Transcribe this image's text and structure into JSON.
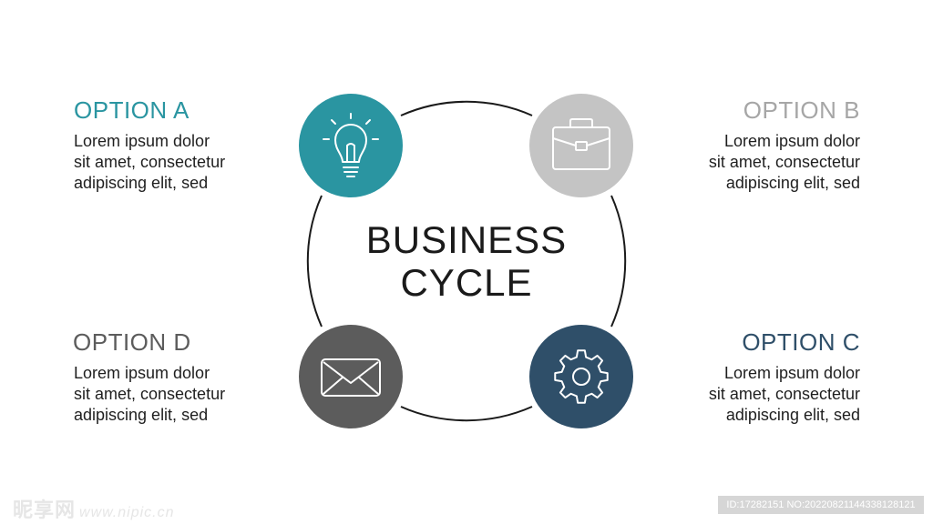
{
  "center": {
    "line1": "BUSINESS",
    "line2": "CYCLE"
  },
  "options": {
    "a": {
      "title": "OPTION A",
      "lines": [
        "Lorem ipsum dolor",
        "sit amet, consectetur",
        "adipiscing elit, sed"
      ],
      "color": "#2a95a1",
      "icon": "lightbulb-icon"
    },
    "b": {
      "title": "OPTION B",
      "lines": [
        "Lorem ipsum dolor",
        "sit amet, consectetur",
        "adipiscing elit, sed"
      ],
      "color": "#c4c4c4",
      "title_color": "#a6a6a6",
      "icon": "briefcase-icon"
    },
    "c": {
      "title": "OPTION C",
      "lines": [
        "Lorem ipsum dolor",
        "sit amet, consectetur",
        "adipiscing elit, sed"
      ],
      "color": "#2f4f69",
      "icon": "gear-icon"
    },
    "d": {
      "title": "OPTION D",
      "lines": [
        "Lorem ipsum dolor",
        "sit amet, consectetur",
        "adipiscing elit, sed"
      ],
      "color": "#5c5c5c",
      "icon": "envelope-icon"
    }
  },
  "watermark": {
    "brand": "昵享网",
    "url": "www.nipic.cn",
    "id_text": "ID:17282151 NO:20220821144338128121"
  }
}
